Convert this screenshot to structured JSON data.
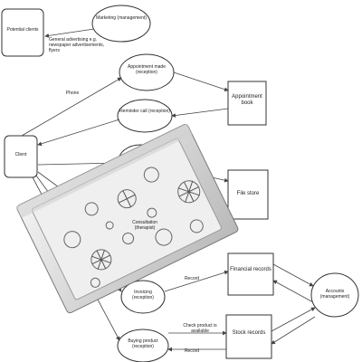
{
  "diagram": {
    "nodes": {
      "potential_clients": "Potential clients",
      "marketing": "Marketing (management)",
      "appointment_made": "Appointment made (reception)",
      "appointment_book": "Appointment book",
      "reminder_call": "Reminder call (reception)",
      "client": "Client",
      "file_store": "File store",
      "consultation": "Consultation (therapist)",
      "financial_records": "Financial records",
      "invoicing": "Invoicing (reception)",
      "accounts": "Accounts (management)",
      "buying_product": "Buying product (reception)",
      "stock_records": "Stock records"
    },
    "edges": {
      "general_advertising": "General advertising e.g. newspaper advertisements, flyers",
      "phone": "Phone",
      "record_invoice": "Record",
      "check_product": "Check product is available",
      "record_stock": "Record"
    }
  },
  "overlay": {
    "description_icon": "bacteria-pattern-card-icon"
  }
}
